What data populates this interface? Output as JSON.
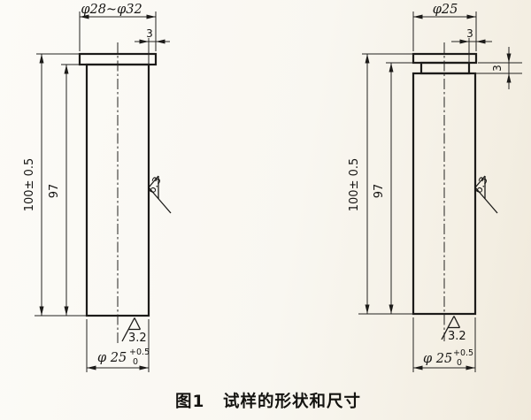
{
  "caption": {
    "figure_no": "图1",
    "title": "试样的形状和尺寸"
  },
  "left": {
    "top_diameter": "φ28~φ32",
    "cap_overhang": "3",
    "total_height": "100± 0.5",
    "shaft_height": "97",
    "side_roughness": "6.3",
    "bottom_roughness": "3.2",
    "bottom_diameter": "φ 25",
    "bottom_tolerance_upper": "+0.5",
    "bottom_tolerance_lower": "0"
  },
  "right": {
    "top_diameter": "φ25",
    "groove_depth": "3",
    "groove_height": "3",
    "total_height": "100± 0.5",
    "shaft_height": "97",
    "side_roughness": "6.3",
    "bottom_roughness": "3.2",
    "bottom_diameter": "φ 25",
    "bottom_tolerance_upper": "+0.5",
    "bottom_tolerance_lower": "0"
  },
  "colors": {
    "ink": "#1c1b19",
    "paper": "#f9f7f1"
  }
}
